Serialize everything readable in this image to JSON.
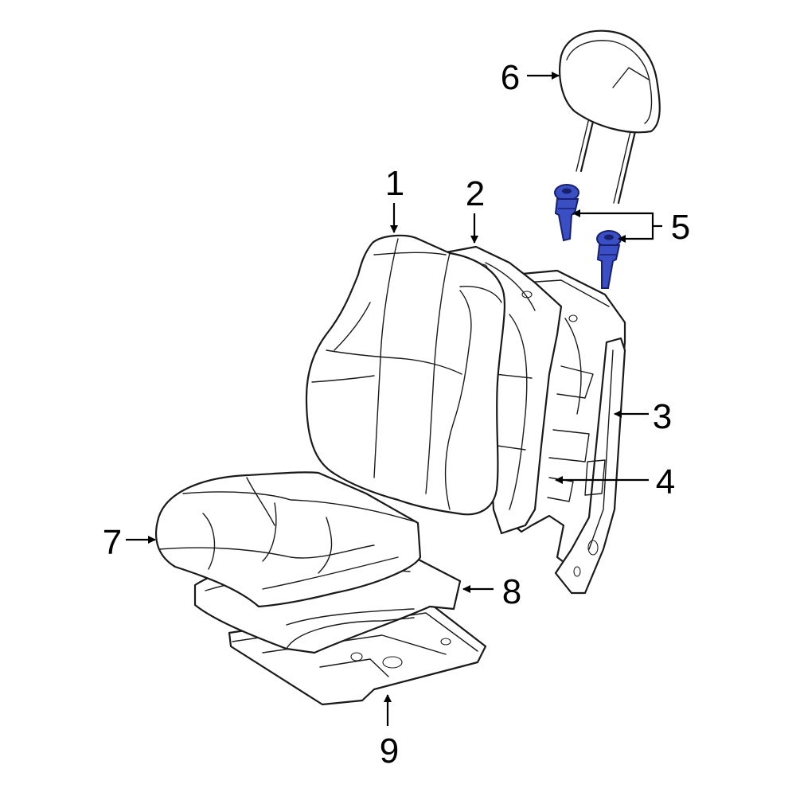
{
  "colors": {
    "line": "#1a1a1a",
    "highlight_fill": "#3b4fc4",
    "highlight_stroke": "#18206e",
    "background": "#ffffff"
  },
  "callouts": [
    {
      "id": "1",
      "label": "1"
    },
    {
      "id": "2",
      "label": "2"
    },
    {
      "id": "3",
      "label": "3"
    },
    {
      "id": "4",
      "label": "4"
    },
    {
      "id": "5",
      "label": "5"
    },
    {
      "id": "6",
      "label": "6"
    },
    {
      "id": "7",
      "label": "7"
    },
    {
      "id": "8",
      "label": "8"
    },
    {
      "id": "9",
      "label": "9"
    }
  ]
}
